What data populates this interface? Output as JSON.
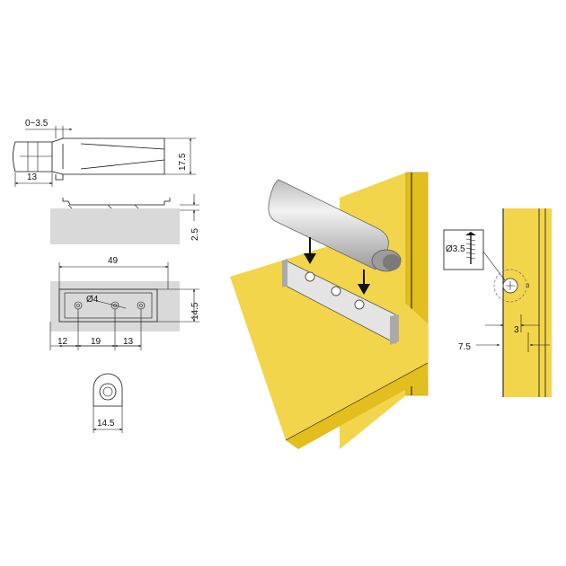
{
  "colors": {
    "cabinet": "#F2D54A",
    "cabinet_dark": "#E2BE1F",
    "cabinet_edge": "#C9A416",
    "part_gray": "#D9D9D9",
    "part_dark": "#8E8E8E",
    "ink": "#111111"
  },
  "side_view": {
    "travel_label": "0~3.5",
    "width_label": "13",
    "height_label": "17.5"
  },
  "edge_view": {
    "thickness_label": "2.5"
  },
  "plate_view": {
    "length_label": "49",
    "height_label": "14.5",
    "hole_label": "Ø4",
    "spacing_labels": [
      "12",
      "19",
      "13"
    ]
  },
  "end_view": {
    "width_label": "14.5"
  },
  "detail_view": {
    "screw_label": "Ø3.5",
    "depth_label": "3",
    "offset_label": "7.5",
    "small_label": "3"
  },
  "icons": [
    "down-arrow-icon",
    "screw-icon"
  ]
}
